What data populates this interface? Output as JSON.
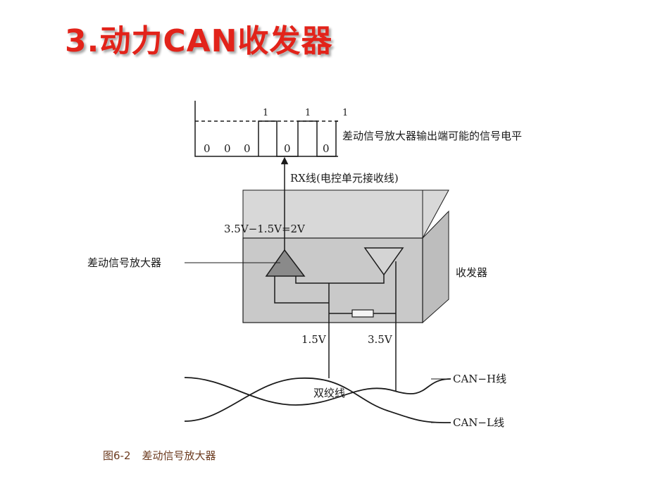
{
  "title": "3.动力CAN收发器",
  "diagram": {
    "bit_values": [
      "0",
      "0",
      "0",
      "1",
      "0",
      "1",
      "0",
      "1"
    ],
    "signal_level_label": "差动信号放大器输出端可能的信号电平",
    "rx_line_label": "RX线(电控单元接收线)",
    "voltage_difference_label": "3.5V−1.5V=2V",
    "amplifier_label": "差动信号放大器",
    "transceiver_label": "收发器",
    "low_voltage_label": "1.5V",
    "high_voltage_label": "3.5V",
    "twisted_pair_label": "双绞线",
    "can_h_label": "CAN−H线",
    "can_l_label": "CAN−L线"
  },
  "caption": {
    "figure_number": "图6-2",
    "figure_title": "差动信号放大器"
  },
  "colors": {
    "title": "#e2231a",
    "box_fill": "#c9c9c9",
    "box_top_fill": "#d8d8d8",
    "line": "#1a1a1a",
    "caption": "#6b3a1e"
  }
}
